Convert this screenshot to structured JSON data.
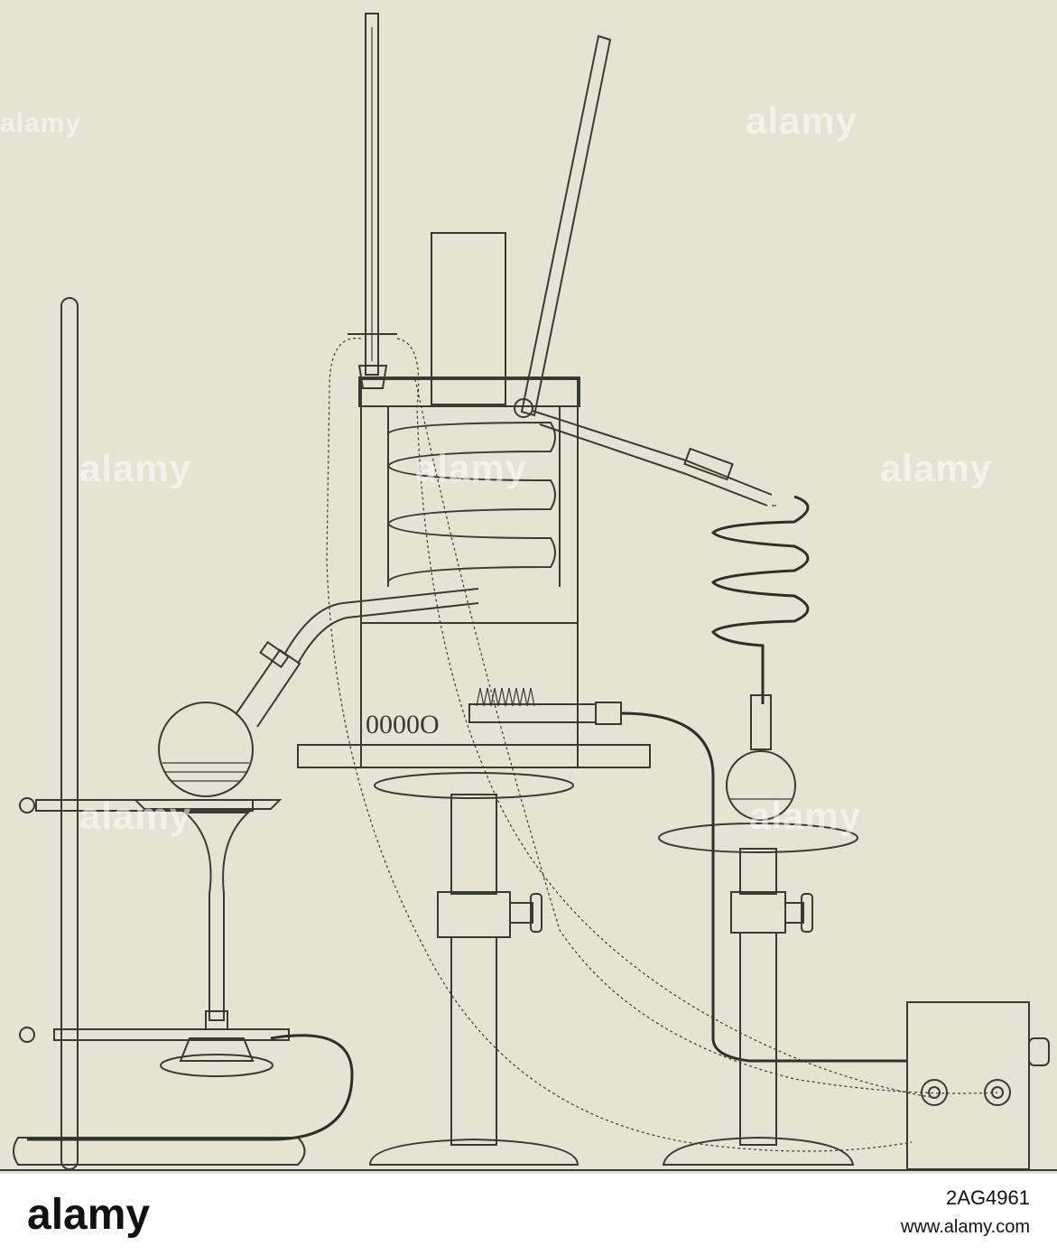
{
  "watermark": {
    "text": "alamy",
    "color": "#ffffff"
  },
  "footer": {
    "logo": "alamy",
    "image_id": "2AG4961",
    "site": "www.alamy.com"
  },
  "palette": {
    "paper": "#e6e3d2",
    "ink": "#3a3a34"
  }
}
